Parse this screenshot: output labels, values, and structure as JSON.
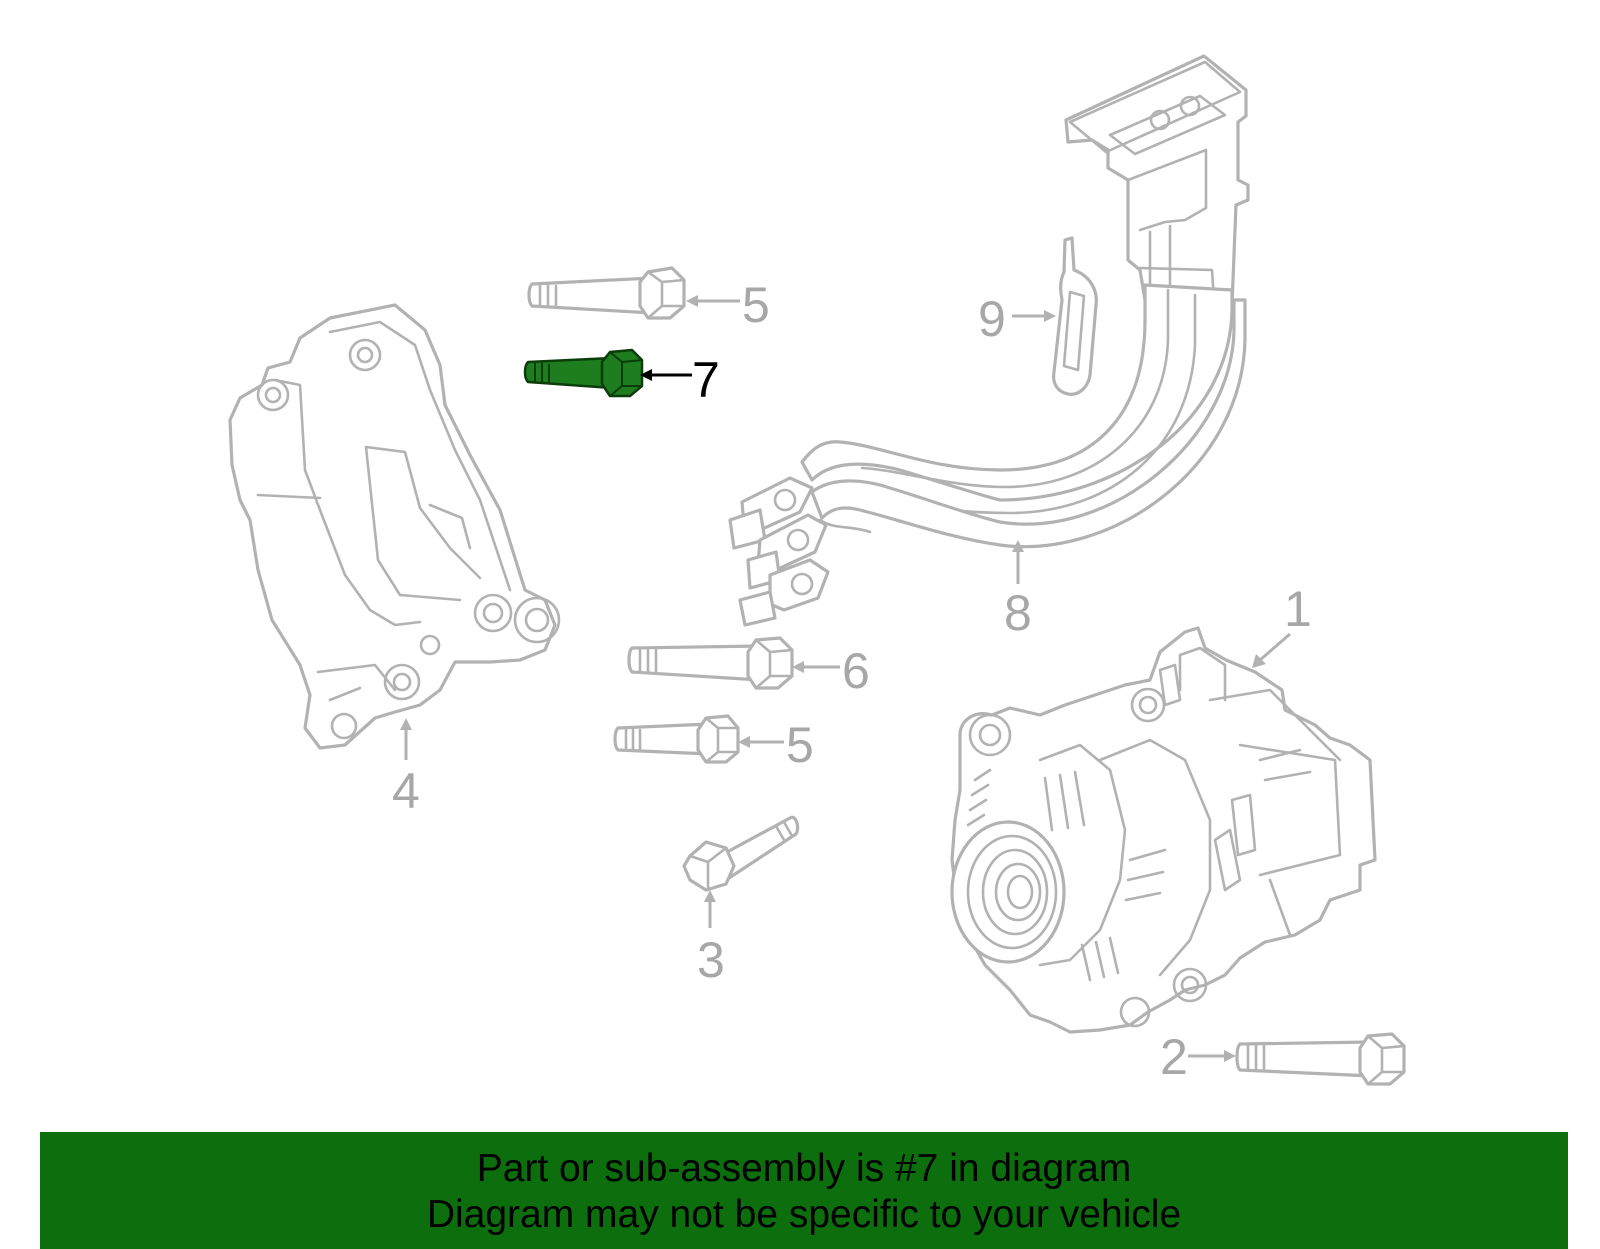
{
  "diagram": {
    "highlight_part": "7",
    "colors": {
      "line_art": "#b2b2b2",
      "callout_text": "#a7a7a7",
      "highlight_fill": "#1e7d1e",
      "highlight_text": "#000000",
      "banner_background": "#0d6e0d",
      "banner_text": "#000000"
    },
    "callouts": {
      "c1": "1",
      "c2": "2",
      "c3": "3",
      "c4": "4",
      "c5a": "5",
      "c5b": "5",
      "c6": "6",
      "c7": "7",
      "c8": "8",
      "c9": "9"
    }
  },
  "banner": {
    "line1": "Part or sub-assembly is #7 in diagram",
    "line2": "Diagram may not be specific to your vehicle"
  }
}
